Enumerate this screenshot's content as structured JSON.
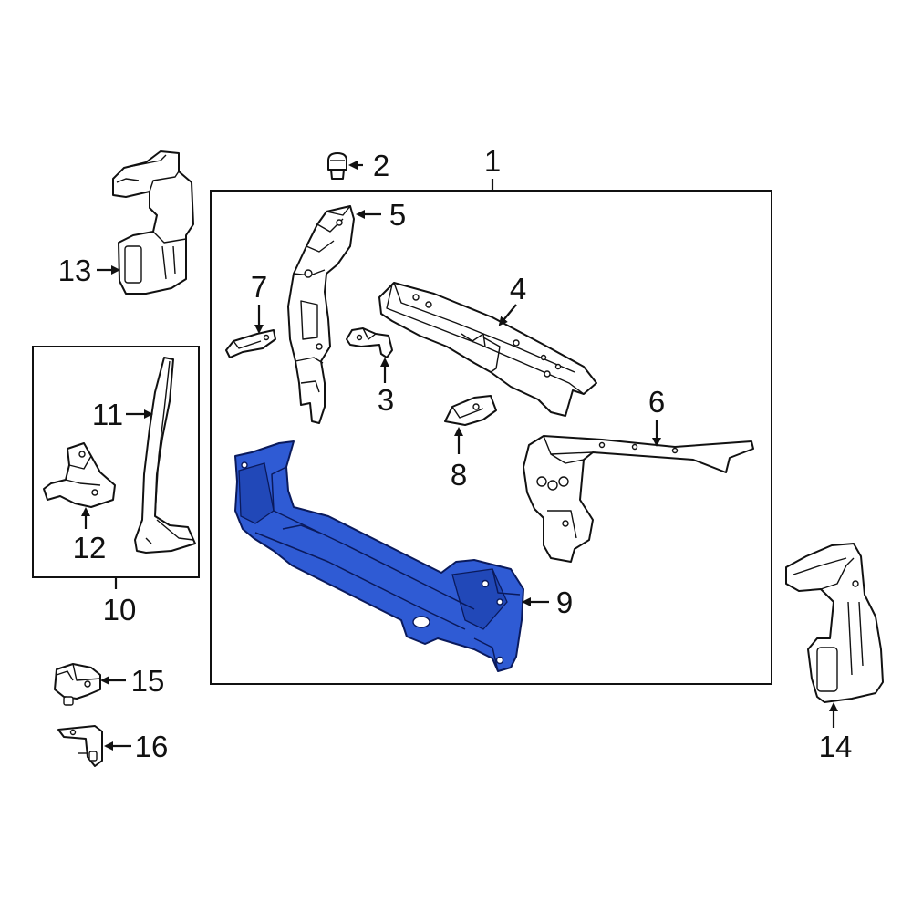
{
  "highlight_color": "#2f5bd4",
  "callouts": {
    "c1": "1",
    "c2": "2",
    "c3": "3",
    "c4": "4",
    "c5": "5",
    "c6": "6",
    "c7": "7",
    "c8": "8",
    "c9": "9",
    "c10": "10",
    "c11": "11",
    "c12": "12",
    "c13": "13",
    "c14": "14",
    "c15": "15",
    "c16": "16"
  }
}
